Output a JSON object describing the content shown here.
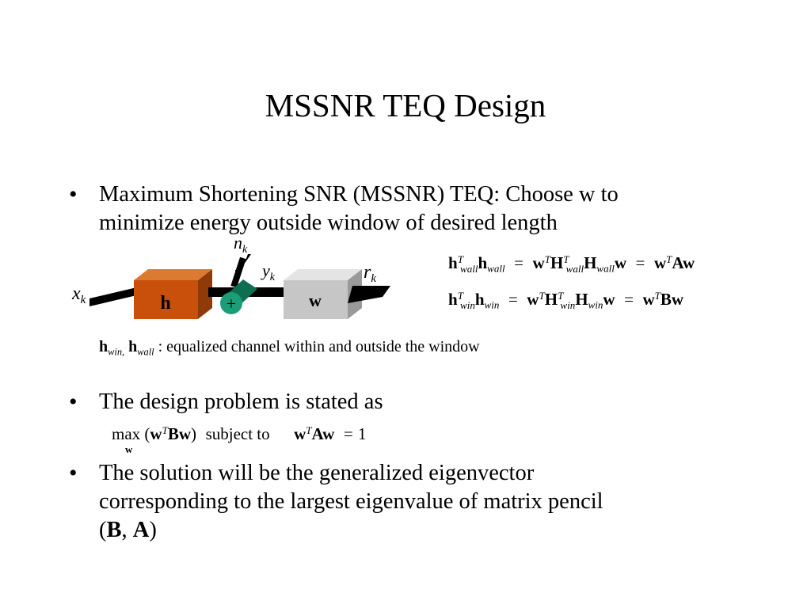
{
  "title": "MSSNR TEQ Design",
  "bullets": [
    {
      "marker": "•",
      "lines": [
        "Maximum Shortening SNR (MSSNR) TEQ: Choose w to",
        "minimize energy outside window of desired length"
      ]
    },
    {
      "marker": "•",
      "lines": [
        "The design problem is stated as"
      ]
    },
    {
      "marker": "•",
      "lines": [
        "The solution will be the generalized eigenvector",
        "corresponding to the largest eigenvalue of matrix pencil"
      ],
      "pencil": {
        "open": "(",
        "B": "B",
        "comma": ", ",
        "A": "A",
        "close": ")"
      }
    }
  ],
  "diagram": {
    "input_label": "x",
    "input_sub": "k",
    "noise_label": "n",
    "noise_sub": "k",
    "channel_block": "h",
    "sum_symbol": "+",
    "sum_output_label": "y",
    "sum_output_sub": "k",
    "teq_block": "w",
    "output_label": "r",
    "output_sub": "k",
    "colors": {
      "channel_front": "#c8500a",
      "channel_top": "#dc7a33",
      "channel_side": "#8f3a08",
      "teq_front": "#c6c6c6",
      "teq_top": "#e4e4e4",
      "teq_side": "#9a9a9a",
      "adder": "#1a9e78",
      "adder_dark": "#0e6e52",
      "signal_bar": "#000000"
    }
  },
  "equations": {
    "wall": {
      "lhs1": "h",
      "lhs1_sup": "T",
      "lhs1_sub": "wall",
      "lhs2": "h",
      "lhs2_sub": "wall",
      "eq1": "=",
      "m1": "w",
      "m1_sup": "T",
      "m2": "H",
      "m2_sup": "T",
      "m2_sub": "wall",
      "m3": "H",
      "m3_sub": "wall",
      "m4": "w",
      "eq2": "=",
      "r1": "w",
      "r1_sup": "T",
      "r2": "Aw"
    },
    "win": {
      "lhs1": "h",
      "lhs1_sup": "T",
      "lhs1_sub": "win",
      "lhs2": "h",
      "lhs2_sub": "win",
      "eq1": "=",
      "m1": "w",
      "m1_sup": "T",
      "m2": "H",
      "m2_sup": "T",
      "m2_sub": "win",
      "m3": "H",
      "m3_sub": "win",
      "m4": "w",
      "eq2": "=",
      "r1": "w",
      "r1_sup": "T",
      "r2": "Bw"
    }
  },
  "caption": {
    "h1": "h",
    "h1_sub": "win,",
    "h2": "h",
    "h2_sub": "wall",
    "text": ": equalized channel within and outside the window"
  },
  "problem": {
    "max": "max",
    "max_sub": "w",
    "open": "(",
    "w": "w",
    "w_sup": "T",
    "Bw": "Bw",
    "close": ")",
    "subject_to": "subject to",
    "w2": "w",
    "w2_sup": "T",
    "Aw": "Aw",
    "eq": "=",
    "one": "1"
  }
}
